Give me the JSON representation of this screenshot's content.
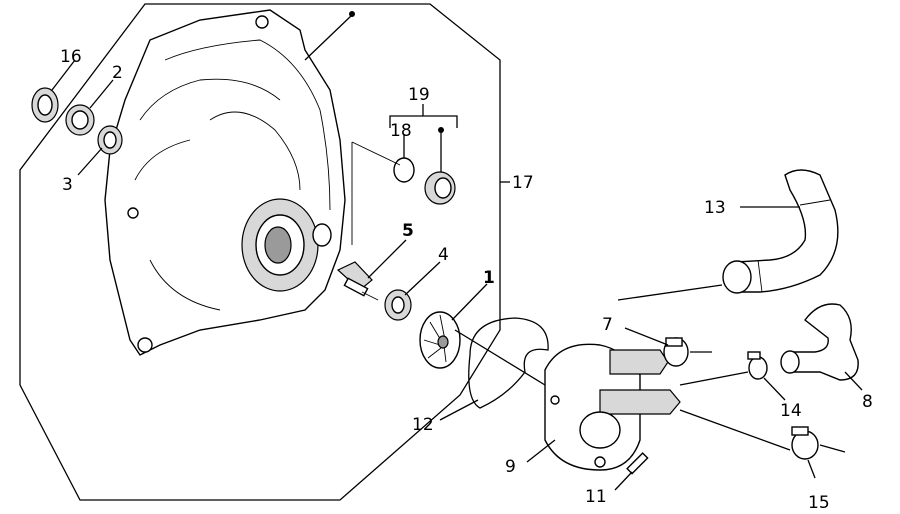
{
  "diagram": {
    "labels": {
      "p1": "1",
      "p2": "2",
      "p3": "3",
      "p4": "4",
      "p5": "5",
      "p7": "7",
      "p8": "8",
      "p9": "9",
      "p11": "11",
      "p12": "12",
      "p13": "13",
      "p14": "14",
      "p15": "15",
      "p16": "16",
      "p17": "17",
      "p18": "18",
      "p19": "19"
    }
  }
}
